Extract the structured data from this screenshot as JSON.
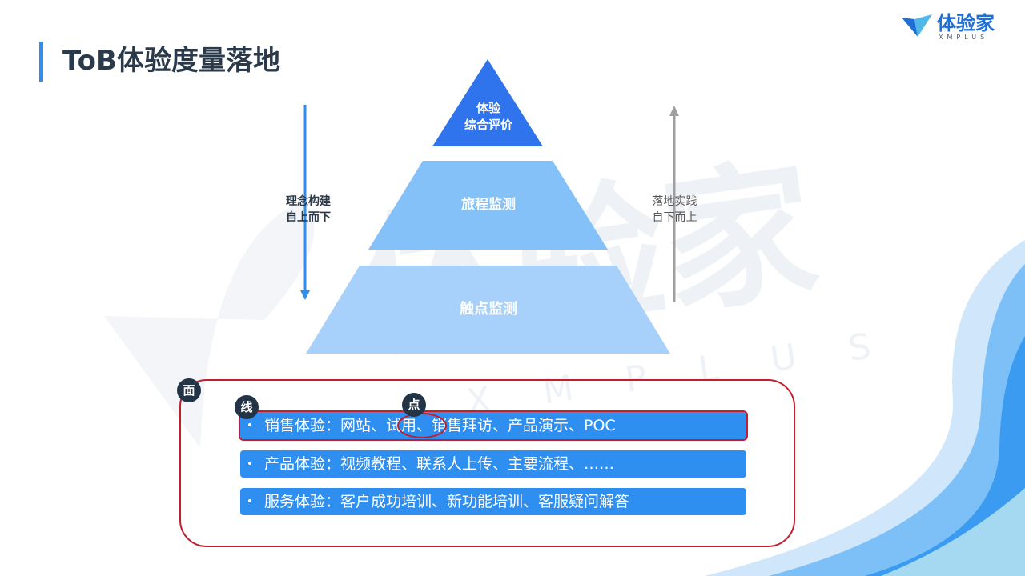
{
  "title": "ToB体验度量落地",
  "logo": {
    "name": "体验家",
    "sub": "XMPLUS"
  },
  "watermark": {
    "text": "体验家",
    "sub": "X M P L U S"
  },
  "pyramid": {
    "top": {
      "line1": "体验",
      "line2": "综合评价"
    },
    "middle": "旅程监测",
    "bottom": "触点监测",
    "colors": {
      "top": "#2f74ec",
      "middle": "#84c1f8",
      "bottom": "#a7d1fa"
    }
  },
  "left_arrow": {
    "line1": "理念构建",
    "line2": "自上而下"
  },
  "right_arrow": {
    "line1": "落地实践",
    "line2": "自下而上"
  },
  "badges": {
    "face": "面",
    "line": "线",
    "point": "点"
  },
  "rows": [
    {
      "bullet": "•",
      "text": "销售体验：网站、试用、销售拜访、产品演示、POC"
    },
    {
      "bullet": "•",
      "text": "产品体验：视频教程、联系人上传、主要流程、……"
    },
    {
      "bullet": "•",
      "text": "服务体验：客户成功培训、新功能培训、客服疑问解答"
    }
  ]
}
